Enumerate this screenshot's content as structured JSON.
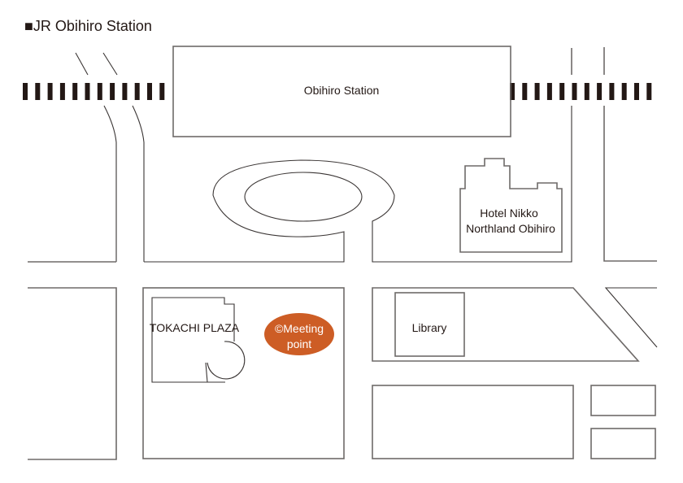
{
  "title": "■JR Obihiro Station",
  "colors": {
    "railway": "#231815",
    "outline": "#6e6a69",
    "meeting_point": "#cd5d25",
    "text": "#231815"
  },
  "map": {
    "station_label": "Obihiro Station",
    "hotel_label_line1": "Hotel Nikko",
    "hotel_label_line2": "Northland Obihiro",
    "plaza_label": "TOKACHI PLAZA",
    "library_label": "Library",
    "meeting_point_line1": "©Meeting",
    "meeting_point_line2": "point",
    "meeting_point_icon": "double-circle-icon"
  }
}
